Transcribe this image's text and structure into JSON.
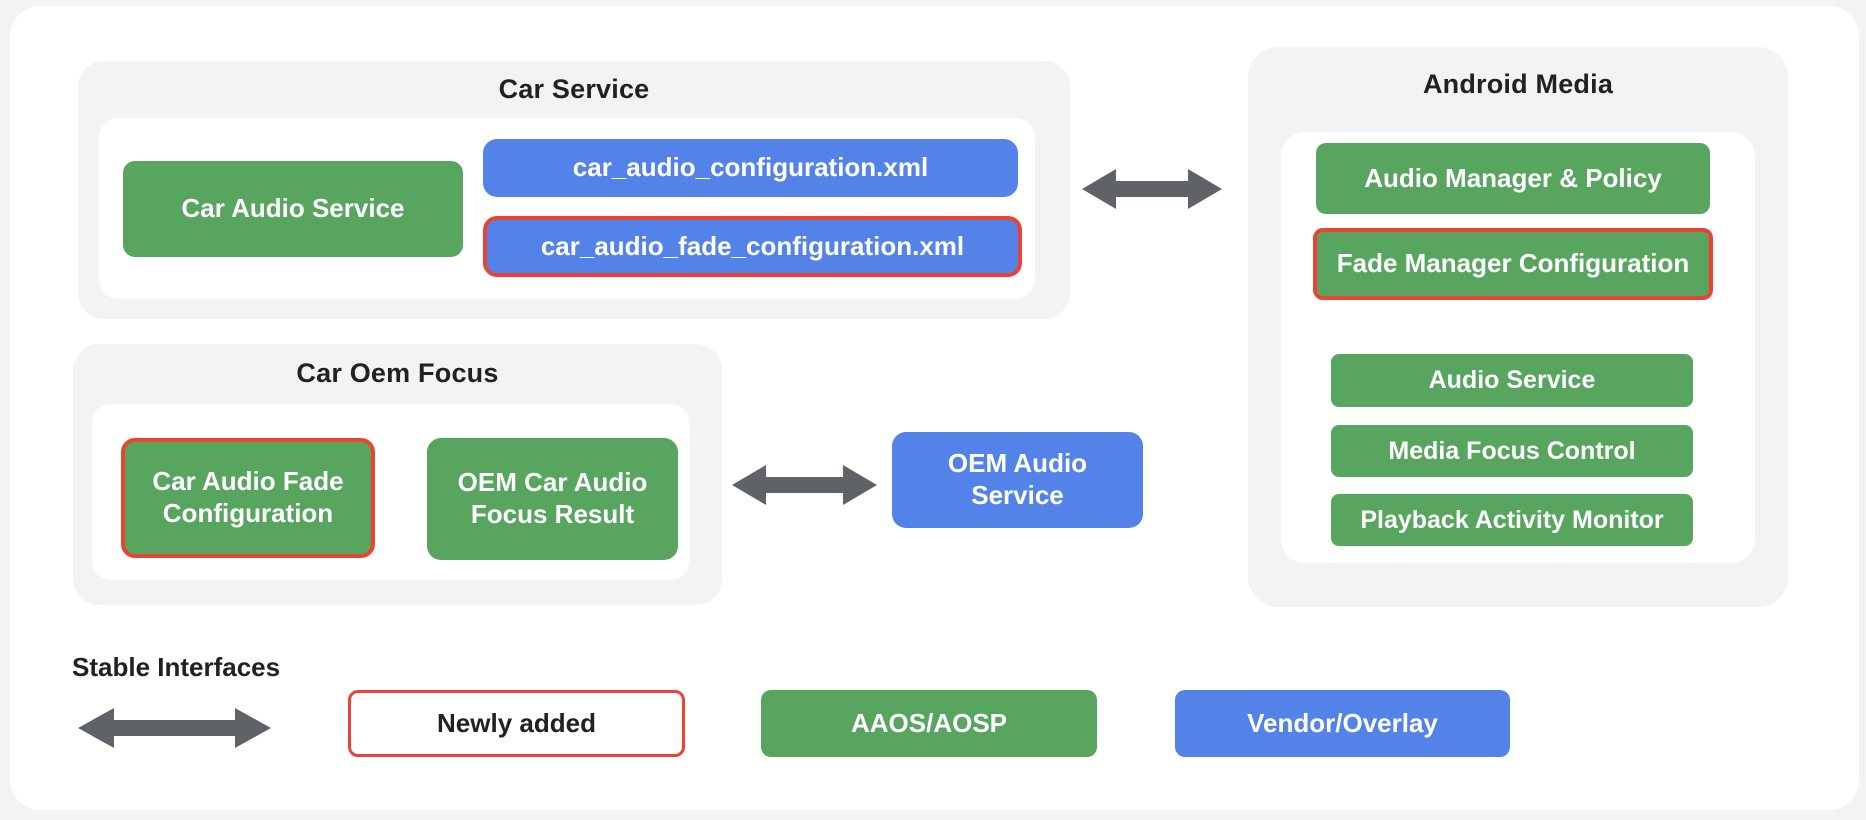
{
  "diagram": {
    "car_service": {
      "title": "Car Service",
      "car_audio_service": "Car Audio Service",
      "car_audio_configuration_xml": "car_audio_configuration.xml",
      "car_audio_fade_configuration_xml": "car_audio_fade_configuration.xml"
    },
    "android_media": {
      "title": "Android Media",
      "audio_manager_policy": "Audio Manager & Policy",
      "fade_manager_configuration": "Fade Manager Configuration",
      "audio_service": "Audio Service",
      "media_focus_control": "Media Focus Control",
      "playback_activity_monitor": "Playback Activity Monitor"
    },
    "car_oem_focus": {
      "title": "Car Oem Focus",
      "car_audio_fade_configuration": "Car Audio Fade Configuration",
      "oem_car_audio_focus_result": "OEM Car Audio Focus Result"
    },
    "oem_audio_service": "OEM Audio Service"
  },
  "legend": {
    "stable_interfaces": "Stable Interfaces",
    "newly_added": "Newly added",
    "aaos_aosp": "AAOS/AOSP",
    "vendor_overlay": "Vendor/Overlay"
  },
  "colors": {
    "aaos_green": "#57a55e",
    "vendor_blue": "#5383e8",
    "newly_added_red": "#ea4335",
    "arrow_gray": "#5f6368",
    "panel_gray": "#f1f3f4",
    "text_dark": "#202124"
  }
}
